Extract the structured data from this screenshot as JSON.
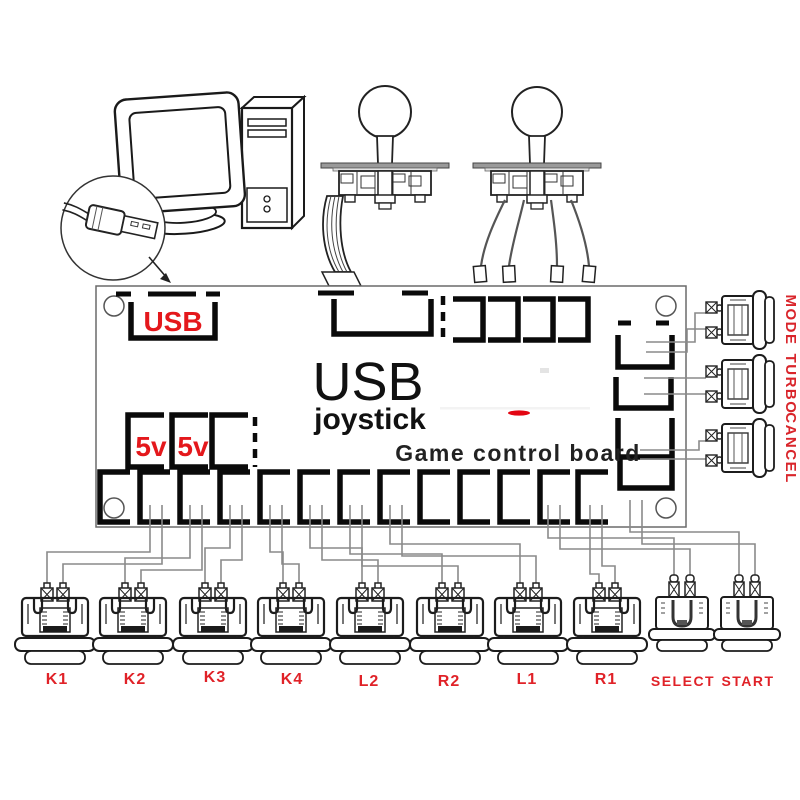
{
  "diagram": {
    "board": {
      "usb_port_label": "USB",
      "title": "USB",
      "subtitle": "joystick",
      "caption": "Game control board",
      "power_labels": [
        "5v",
        "5v"
      ]
    },
    "side_buttons": [
      {
        "label": "MODE"
      },
      {
        "label": "TURBO"
      },
      {
        "label": "CANCEL"
      }
    ],
    "bottom_buttons": [
      {
        "label": "K1"
      },
      {
        "label": "K2"
      },
      {
        "label": "K3"
      },
      {
        "label": "K4"
      },
      {
        "label": "L2"
      },
      {
        "label": "R2"
      },
      {
        "label": "L1"
      },
      {
        "label": "R1"
      },
      {
        "label": "SELECT"
      },
      {
        "label": "START"
      }
    ],
    "colors": {
      "accent_red": "#e4181c",
      "line": "#111111",
      "wire_gray": "#8a8a8a"
    }
  }
}
